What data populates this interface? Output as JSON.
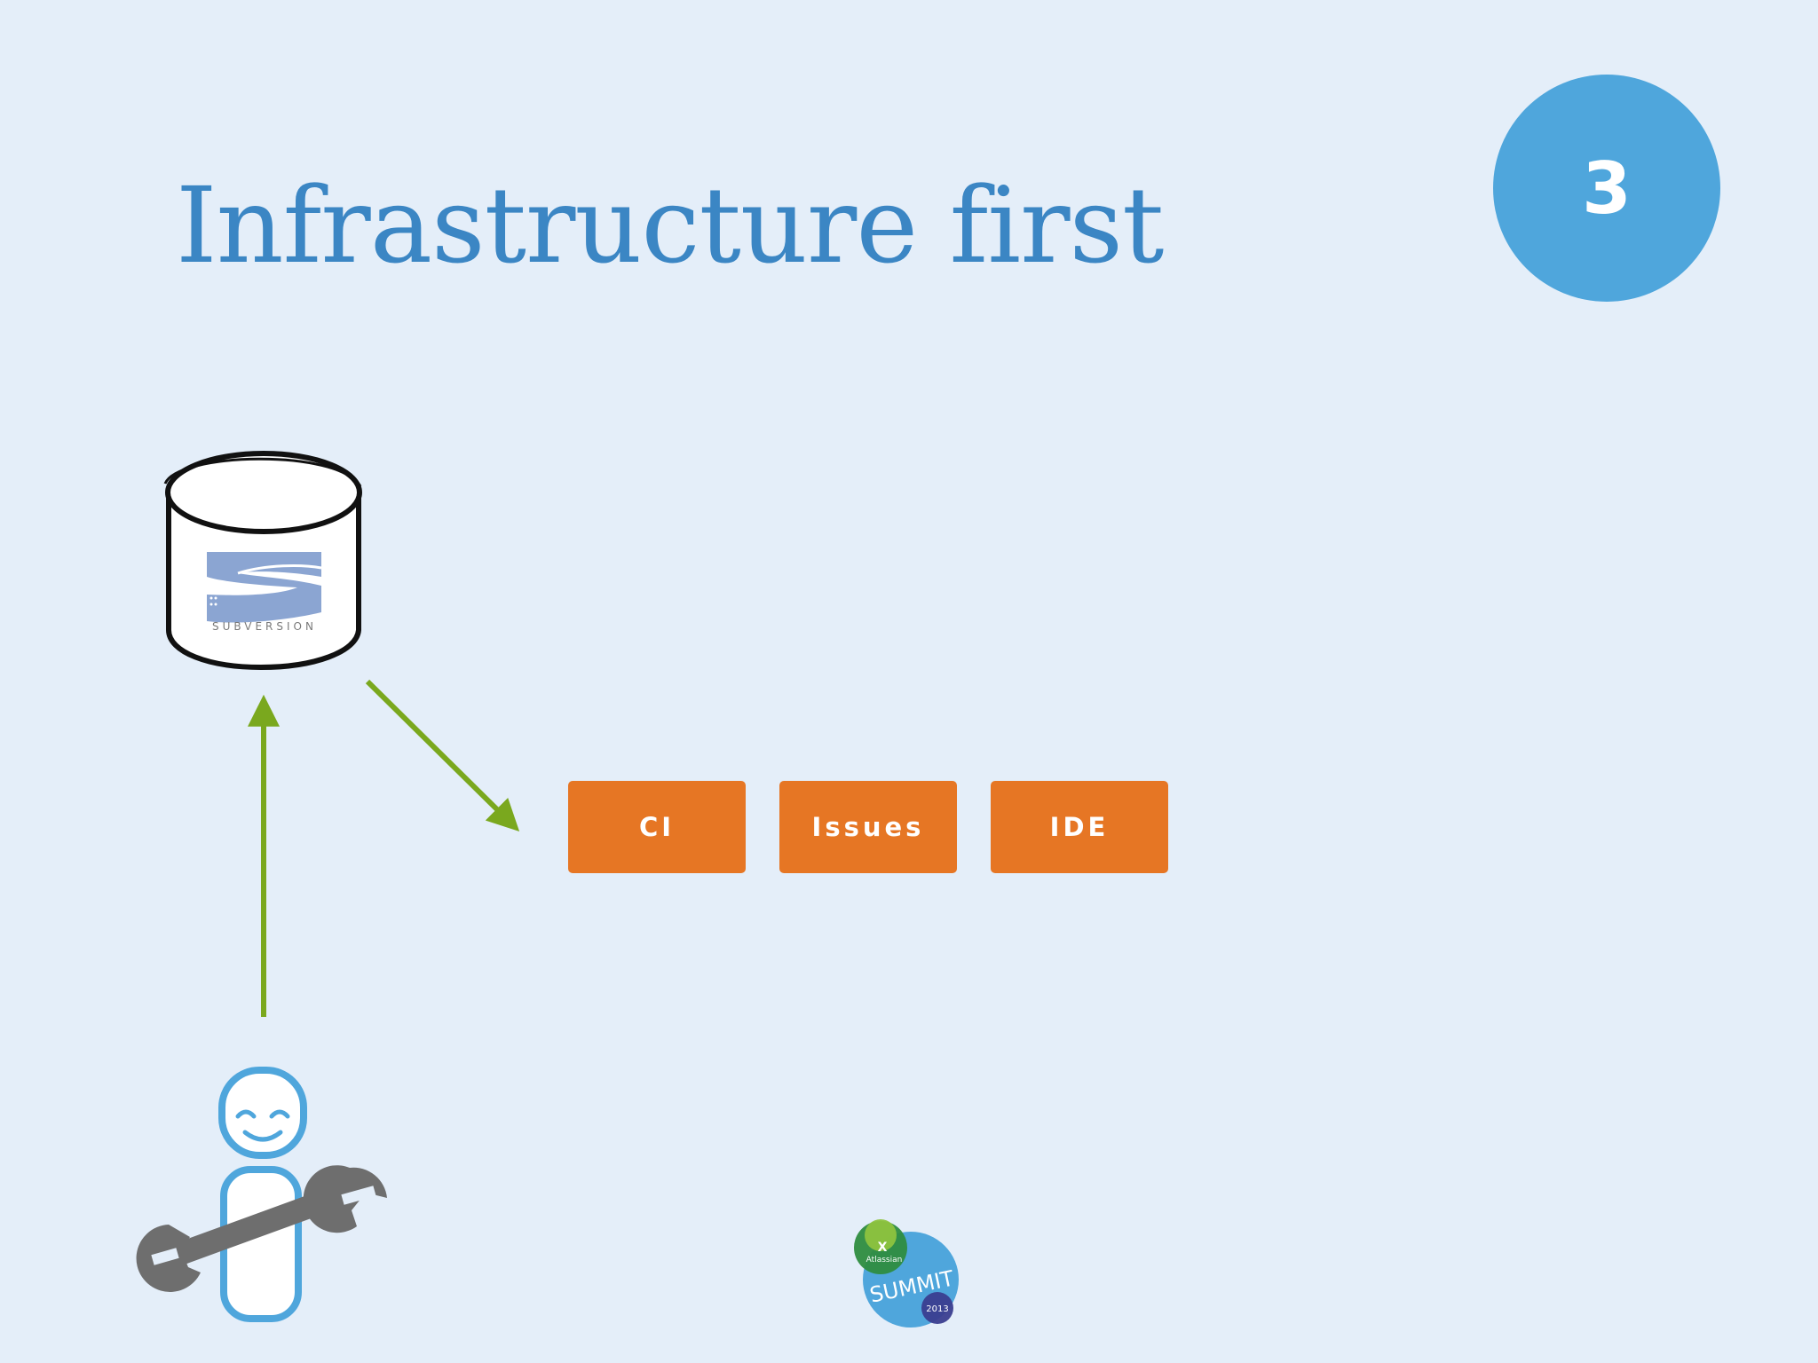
{
  "slide": {
    "title": "Infrastructure first",
    "step_number": "3"
  },
  "diagram": {
    "repository": {
      "icon": "database-cylinder-icon",
      "logo_text": "SUBVERSION"
    },
    "tools": [
      {
        "label": "CI"
      },
      {
        "label": "Issues"
      },
      {
        "label": "IDE"
      }
    ],
    "user_icon": "admin-person-with-wrench-icon",
    "arrow_color": "#7aa81e"
  },
  "footer": {
    "logo": {
      "icon": "atlassian-summit-logo",
      "brand": "Atlassian",
      "event": "SUMMIT",
      "year": "2013"
    }
  },
  "colors": {
    "background": "#e4eef9",
    "title": "#3b86c4",
    "step_circle": "#4fa6dc",
    "tool_box": "#e67624",
    "arrow": "#7aa81e"
  }
}
